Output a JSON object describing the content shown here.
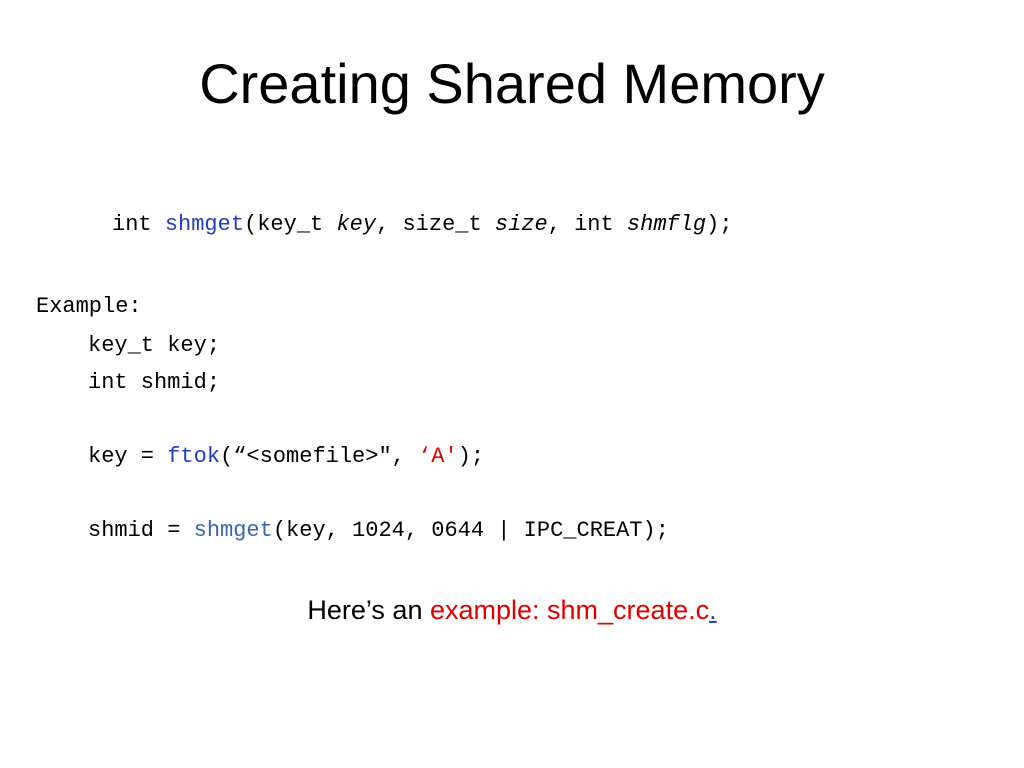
{
  "slide": {
    "title": "Creating Shared Memory",
    "signature": {
      "ret_type": "int ",
      "func": "shmget",
      "open": "(",
      "p1_type": "key_t ",
      "p1_name": "key",
      "sep1": ", ",
      "p2_type": "size_t ",
      "p2_name": "size",
      "sep2": ", ",
      "p3_type": "int ",
      "p3_name": "shmflg",
      "close": ");"
    },
    "example_label": "Example:",
    "code": {
      "line1": "key_t key;",
      "line2": "int shmid;",
      "line3_prefix": "key = ",
      "line3_func": "ftok",
      "line3_args": "(“<somefile>\", ",
      "line3_char": "‘A'",
      "line3_suffix": ");",
      "line4_prefix": "shmid = ",
      "line4_func": "shmget",
      "line4_args": "(key, 1024, 0644 | IPC_CREAT);"
    },
    "footer": {
      "prefix": "Here’s an ",
      "link_text": "example: shm_create.c",
      "suffix": "."
    }
  },
  "colors": {
    "function_blue": "#1f3fbf",
    "function_steel": "#3a66b0",
    "accent_red": "#e00000"
  }
}
